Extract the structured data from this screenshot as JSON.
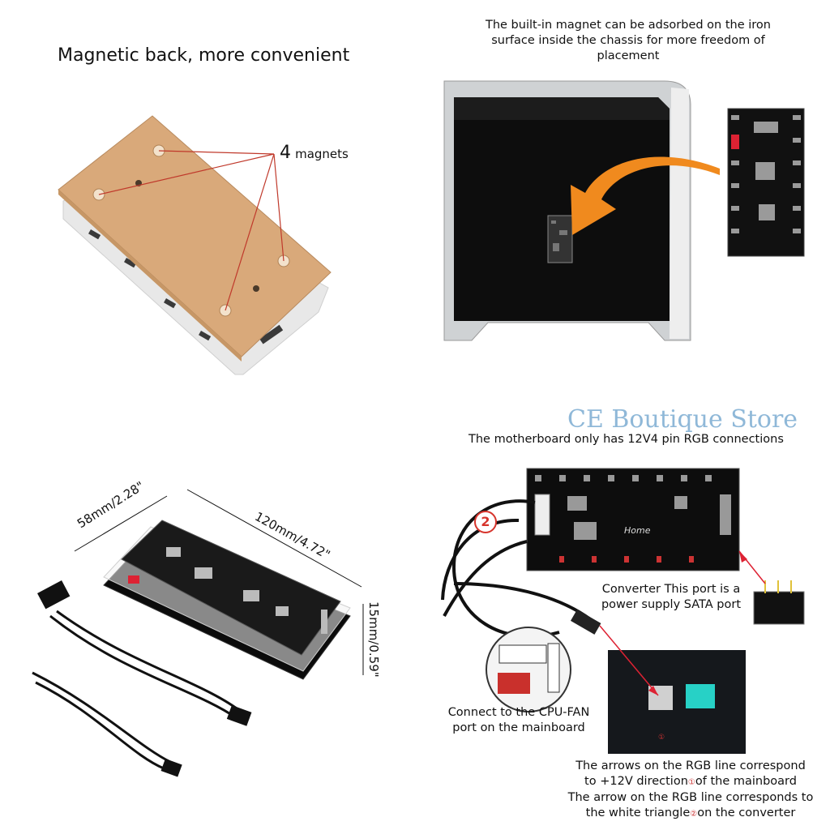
{
  "panel_top_left": {
    "title": "Magnetic back, more convenient",
    "callout_count": "4",
    "callout_label": "magnets"
  },
  "panel_top_right": {
    "caption_line1": "The built-in magnet can be adsorbed on the iron",
    "caption_line2": "surface inside the chassis for more freedom of",
    "caption_line3": "placement",
    "arrow_color": "#f08a1e"
  },
  "panel_bottom_left": {
    "dim_width": "58mm/2.28\"",
    "dim_length": "120mm/4.72\"",
    "dim_height": "15mm/0.59\""
  },
  "panel_bottom_right": {
    "watermark": "CE Boutique Store",
    "watermark_color": "#8fb8d8",
    "header": "The motherboard only has 12V4 pin RGB connections",
    "badge_number": "2",
    "badge_color": "#d6342c",
    "converter_line1": "Converter This port is a",
    "converter_line2": "power supply SATA port",
    "cpu_fan_line1": "Connect to the CPU-FAN",
    "cpu_fan_line2": "port on the mainboard",
    "note_line1": "The arrows on the RGB line correspond",
    "note_line2_pre": "to +12V direction",
    "note_line2_mark": "①",
    "note_line2_post": "of the mainboard",
    "note_line3": "The arrow on the RGB line corresponds to",
    "note_line4_pre": "the white triangle",
    "note_line4_mark": "②",
    "note_line4_post": "on the converter",
    "board_logo": "Home"
  }
}
